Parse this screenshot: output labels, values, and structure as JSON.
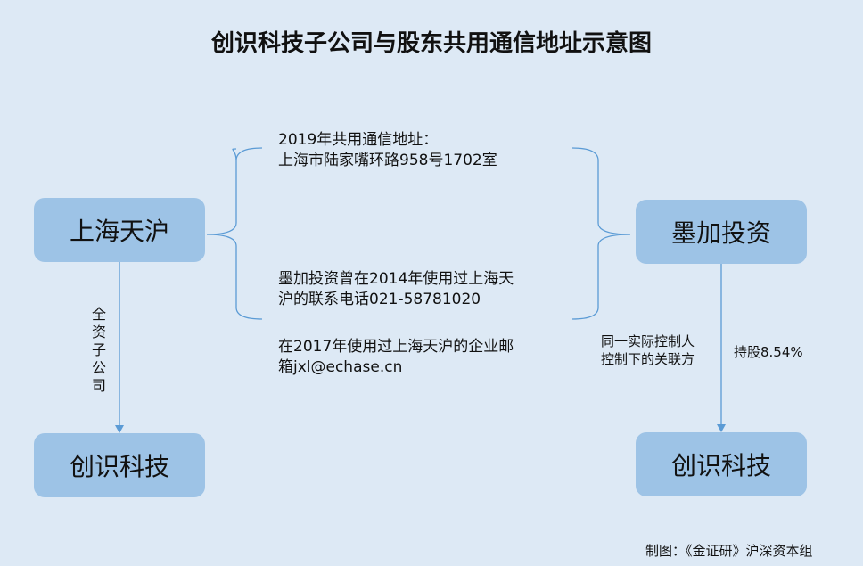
{
  "title": "创识科技子公司与股东共用通信地址示意图",
  "nodes": {
    "shanghai_tianhu": "上海天沪",
    "mojia_investment": "墨加投资",
    "chuangshi_left": "创识科技",
    "chuangshi_right": "创识科技"
  },
  "edges": {
    "left_label": "全资子公司",
    "right_label_relation": [
      "同一实际控制人",
      "控制下的关联方"
    ],
    "right_label_stake": "持股8.54%"
  },
  "notes": {
    "address": [
      "2019年共用通信地址：",
      "上海市陆家嘴环路958号1702室"
    ],
    "phone": [
      "墨加投资曾在2014年使用过上海天",
      "沪的联系电话021-58781020"
    ],
    "email": [
      "在2017年使用过上海天沪的企业邮",
      "箱jxl@echase.cn"
    ]
  },
  "footer": "制图：《金证研》沪深资本组",
  "colors": {
    "background": "#dde9f5",
    "box": "#9dc3e6",
    "line": "#5b9bd5"
  }
}
